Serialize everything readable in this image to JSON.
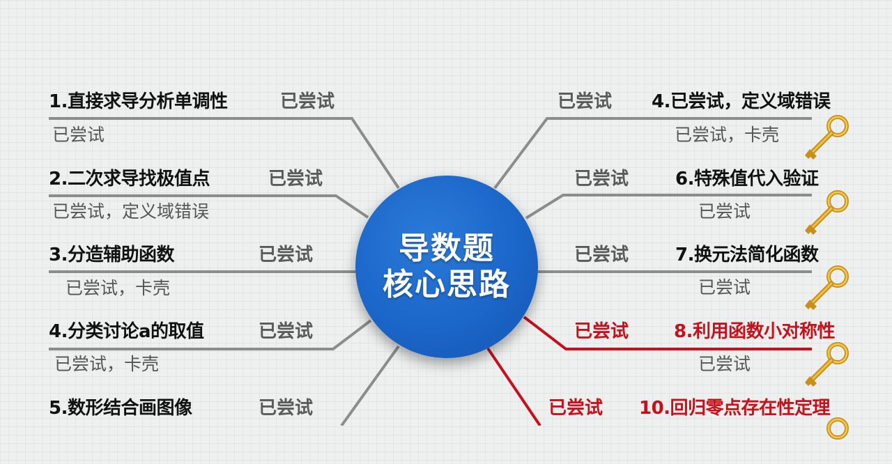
{
  "center": {
    "line1": "导数题",
    "line2": "核心思路"
  },
  "colors": {
    "hub": "#1b66c9",
    "line_gray": "#8c8c8c",
    "accent_red": "#c8101a",
    "key_gold": "#d9a520"
  },
  "left_branches": [
    {
      "title": "1.直接求导分析单调性",
      "tag": "已尝试",
      "note": "已尝试"
    },
    {
      "title": "2.二次求导找极值点",
      "tag": "已尝试",
      "note": "已尝试，定义域错误"
    },
    {
      "title": "3.分造辅助函数",
      "tag": "已尝试",
      "note": "已尝试，卡壳"
    },
    {
      "title": "4.分类讨论a的取值",
      "tag": "已尝试",
      "note": "已尝试，卡壳"
    },
    {
      "title": "5.数形结合画图像",
      "tag": "已尝试"
    }
  ],
  "right_branches": [
    {
      "title": "4.已尝试，定义域错误",
      "tag": "已尝试",
      "note": "已尝试，卡壳",
      "icon": "key-icon"
    },
    {
      "title": "6.特殊值代入验证",
      "tag": "已尝试",
      "note": "已尝试",
      "icon": "key-icon"
    },
    {
      "title": "7.换元法简化函数",
      "tag": "已尝试",
      "note": "已尝试",
      "icon": "key-icon"
    },
    {
      "title": "8.利用函数小对称性",
      "tag": "已尝试",
      "note": "已尝试",
      "icon": "key-icon",
      "highlight": "red"
    },
    {
      "title": "10.回归零点存在性定理",
      "tag": "已尝试",
      "icon": "key-icon",
      "highlight": "red"
    }
  ]
}
